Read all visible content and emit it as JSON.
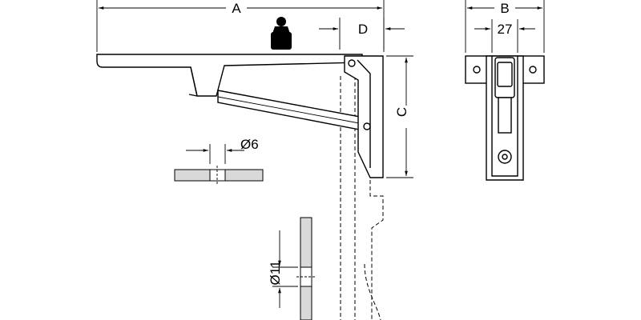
{
  "dimensions": {
    "A": "A",
    "B": "B",
    "C": "C",
    "D": "D",
    "width_27": "27",
    "hole_small": "Ø6",
    "hole_large": "Ø11"
  }
}
